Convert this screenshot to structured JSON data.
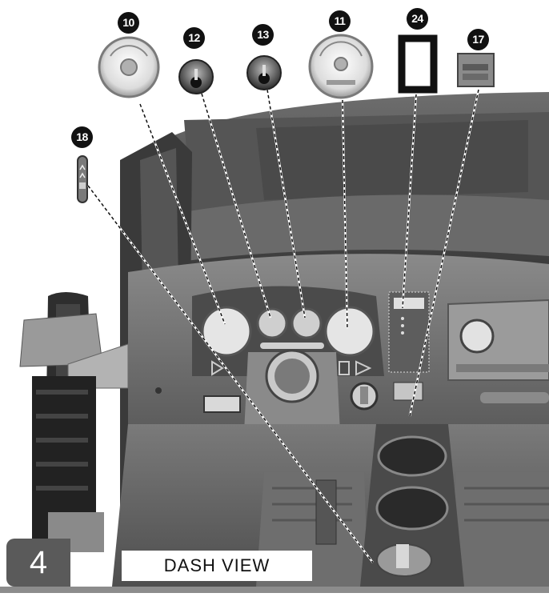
{
  "callouts": [
    {
      "id": "10"
    },
    {
      "id": "12"
    },
    {
      "id": "13"
    },
    {
      "id": "11"
    },
    {
      "id": "24"
    },
    {
      "id": "17"
    },
    {
      "id": "18"
    }
  ],
  "step_number": "4",
  "view_label": "DASH VIEW",
  "colors": {
    "callout": "#111111",
    "step_box": "#5a5a5a",
    "dash_dark": "#3e3e3e",
    "dash_mid": "#6a6a6a",
    "dash_light": "#9a9a9a",
    "bottom_bar": "#8c8c8c"
  }
}
